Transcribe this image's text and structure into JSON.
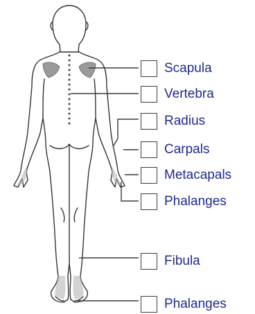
{
  "labels": [
    {
      "id": "scapula",
      "text": "Scapula"
    },
    {
      "id": "vertebra",
      "text": "Vertebra"
    },
    {
      "id": "radius",
      "text": "Radius"
    },
    {
      "id": "carpals",
      "text": "Carpals"
    },
    {
      "id": "metacapals",
      "text": "Metacapals"
    },
    {
      "id": "phalanges-hand",
      "text": "Phalanges"
    },
    {
      "id": "fibula",
      "text": "Fibula"
    },
    {
      "id": "phalanges-foot",
      "text": "Phalanges"
    }
  ],
  "colors": {
    "label": "#1f2a8c",
    "line": "#3a3a3a",
    "outline": "#333333",
    "shade": "#9a9a9a"
  }
}
